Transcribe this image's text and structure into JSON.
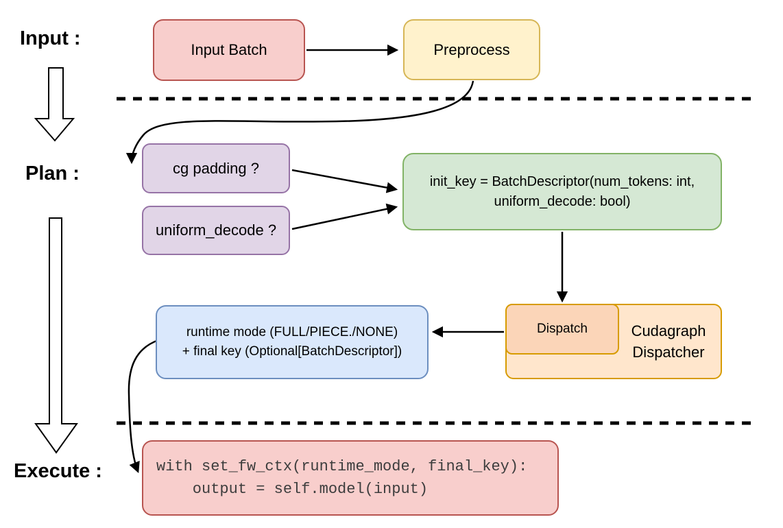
{
  "stage_labels": {
    "input": "Input :",
    "plan": "Plan :",
    "execute": "Execute :"
  },
  "nodes": {
    "input_batch": {
      "label": "Input Batch",
      "fill": "#f8cecc",
      "stroke": "#b85450"
    },
    "preprocess": {
      "label": "Preprocess",
      "fill": "#fff2cc",
      "stroke": "#d6b656"
    },
    "cg_padding": {
      "label": "cg padding ?",
      "fill": "#e1d5e7",
      "stroke": "#9673a6"
    },
    "uniform_decode": {
      "label": "uniform_decode ?",
      "fill": "#e1d5e7",
      "stroke": "#9673a6"
    },
    "init_key": {
      "line1": "init_key = BatchDescriptor(num_tokens: int,",
      "line2": "uniform_decode: bool)",
      "fill": "#d5e8d4",
      "stroke": "#82b366"
    },
    "dispatch": {
      "label": "Dispatch",
      "fill": "#fbd5b8",
      "stroke": "#d79b00"
    },
    "cudagraph_dispatcher": {
      "label": "Cudagraph Dispatcher",
      "fill": "#ffe6cc",
      "stroke": "#d79b00"
    },
    "runtime_mode": {
      "line1": "runtime mode (FULL/PIECE./NONE)",
      "line2": "+ final key (Optional[BatchDescriptor])",
      "fill": "#dae8fc",
      "stroke": "#6c8ebf"
    },
    "execute_code": {
      "line1": "with set_fw_ctx(runtime_mode, final_key):",
      "line2": "    output = self.model(input)",
      "fill": "#f8cecc",
      "stroke": "#b85450"
    }
  },
  "connector_color": "#000000"
}
